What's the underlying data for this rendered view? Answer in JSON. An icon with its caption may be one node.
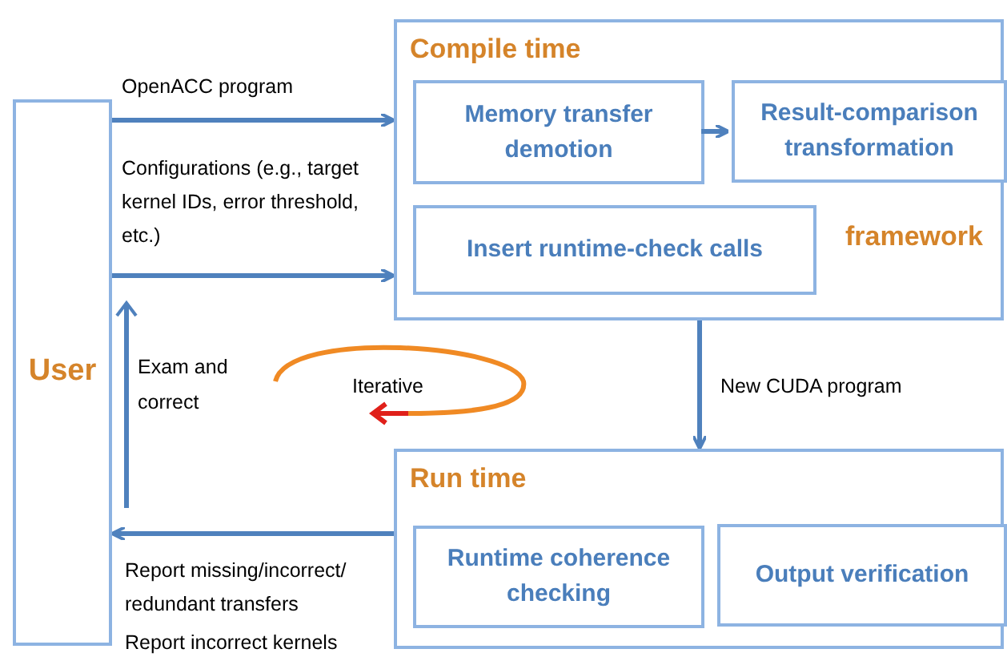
{
  "diagram": {
    "nodes": [
      {
        "text": [
          "User"
        ]
      },
      {
        "text": [
          "Compile time",
          "framework"
        ]
      },
      {
        "text": [
          "Memory transfer demotion"
        ],
        "in": 1
      },
      {
        "text": [
          "Result-comparison transformation"
        ],
        "in": 1
      },
      {
        "text": [
          "Insert runtime-check calls"
        ],
        "in": 1
      },
      {
        "text": [
          "Run time"
        ]
      },
      {
        "text": [
          "Runtime coherence checking"
        ],
        "in": 5
      },
      {
        "text": [
          "Output verification"
        ],
        "in": 5
      }
    ],
    "edges": [
      {
        "from": 0,
        "to": 1,
        "arrow": "to",
        "label": "OpenACC program"
      },
      {
        "from": 0,
        "to": 1,
        "arrow": "to",
        "label": "Configurations (e.g., target kernel IDs, error threshold, etc.)"
      },
      {
        "from": 2,
        "to": 3,
        "arrow": "to"
      },
      {
        "from": 1,
        "to": 5,
        "arrow": "to",
        "label": "New CUDA program"
      },
      {
        "from": 5,
        "to": 0,
        "arrow": "to",
        "label": "Report missing/incorrect/ redundant transfers"
      }
    ],
    "labels": [
      "Exam and correct",
      "Iterative",
      "Report incorrect kernels"
    ]
  }
}
